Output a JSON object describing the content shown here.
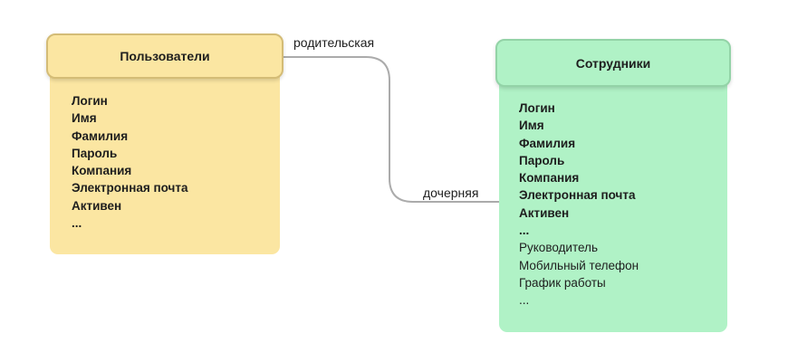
{
  "colors": {
    "background": "#FFFFFF",
    "users_fill": "#FBE6A2",
    "users_border": "#D4BC76",
    "employees_fill": "#B0F2C6",
    "employees_border": "#93D3A7",
    "connector": "#ABABAB",
    "text": "#1E1E1E"
  },
  "relationship": {
    "parent_label": "родительская",
    "child_label": "дочерняя"
  },
  "entities": [
    {
      "id": "users",
      "title": "Пользователи",
      "fields": [
        {
          "label": "Логин",
          "bold": true
        },
        {
          "label": "Имя",
          "bold": true
        },
        {
          "label": "Фамилия",
          "bold": true
        },
        {
          "label": "Пароль",
          "bold": true
        },
        {
          "label": "Компания",
          "bold": true
        },
        {
          "label": "Электронная почта",
          "bold": true
        },
        {
          "label": "Активен",
          "bold": true
        },
        {
          "label": "...",
          "bold": true
        }
      ]
    },
    {
      "id": "employees",
      "title": "Сотрудники",
      "fields": [
        {
          "label": "Логин",
          "bold": true
        },
        {
          "label": "Имя",
          "bold": true
        },
        {
          "label": "Фамилия",
          "bold": true
        },
        {
          "label": "Пароль",
          "bold": true
        },
        {
          "label": "Компания",
          "bold": true
        },
        {
          "label": "Электронная почта",
          "bold": true
        },
        {
          "label": "Активен",
          "bold": true
        },
        {
          "label": "...",
          "bold": true
        },
        {
          "label": "Руководитель",
          "bold": false
        },
        {
          "label": "Мобильный телефон",
          "bold": false
        },
        {
          "label": "График работы",
          "bold": false
        },
        {
          "label": "...",
          "bold": false
        }
      ]
    }
  ]
}
